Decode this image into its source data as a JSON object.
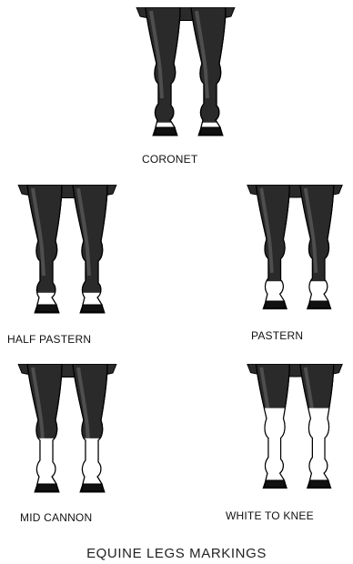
{
  "diagram": {
    "title": "EQUINE LEGS MARKINGS",
    "colors": {
      "coat": "#2a2a2a",
      "coat_light": "#6b6b6b",
      "white_marking": "#ffffff",
      "hoof": "#111111",
      "outline": "#000000"
    },
    "markings": [
      {
        "id": "coronet",
        "label": "CORONET",
        "white_level": 0.04
      },
      {
        "id": "half-pastern",
        "label": "HALF PASTERN",
        "white_level": 0.1
      },
      {
        "id": "pastern",
        "label": "PASTERN",
        "white_level": 0.17
      },
      {
        "id": "mid-cannon",
        "label": "MID CANNON",
        "white_level": 0.38
      },
      {
        "id": "white-to-knee",
        "label": "WHITE TO KNEE",
        "white_level": 0.62
      }
    ]
  }
}
